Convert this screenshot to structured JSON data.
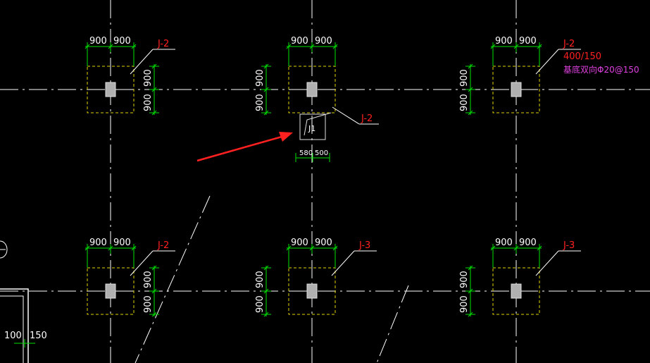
{
  "colors": {
    "background": "#000000",
    "axis": "#ffffff",
    "dimension": "#00e000",
    "foundation": "#e0d000",
    "column": "#b0b0b0",
    "label": "#ff2020",
    "note": "#e040e0",
    "arrow": "#ff2020"
  },
  "dim_900": "900",
  "dim_500": "500",
  "dim_580": "580",
  "dim_100": "100",
  "dim_150": "150",
  "foundations": [
    {
      "label": "J-2"
    },
    {
      "label": "J-2"
    },
    {
      "label": "J-2",
      "note_line1": "400/150",
      "note_line2": "基底双向Φ20@150"
    },
    {
      "label": "J-2"
    },
    {
      "label": "J-3"
    },
    {
      "label": "J-3"
    }
  ],
  "small_foundation": {
    "label": "J-2",
    "inner_label": "J1"
  }
}
